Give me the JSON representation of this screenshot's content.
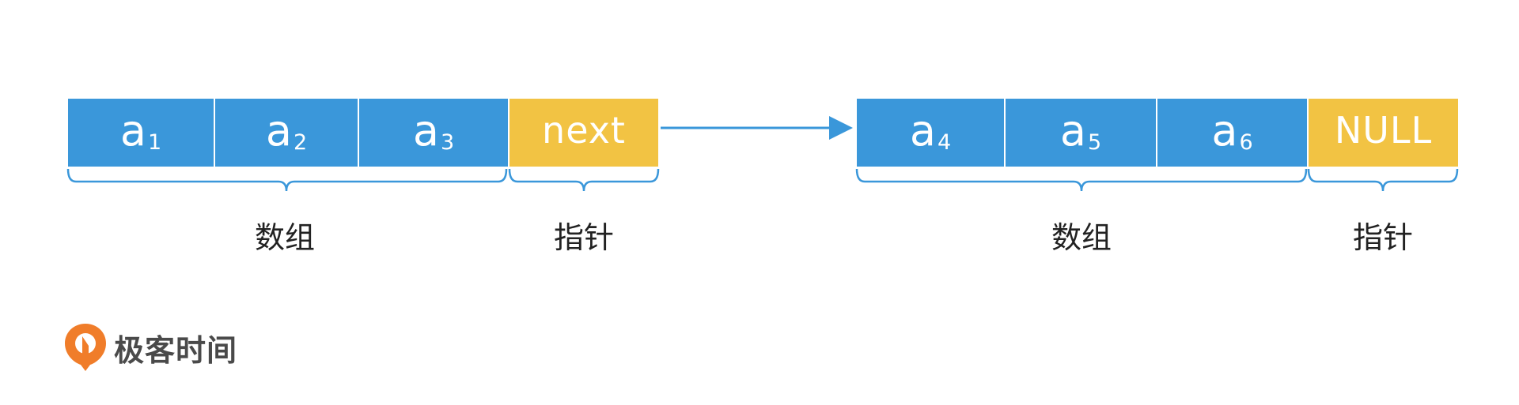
{
  "node1": {
    "elements": [
      {
        "letter": "a",
        "sub": "1"
      },
      {
        "letter": "a",
        "sub": "2"
      },
      {
        "letter": "a",
        "sub": "3"
      }
    ],
    "pointer": "next",
    "array_label": "数组",
    "pointer_label": "指针"
  },
  "node2": {
    "elements": [
      {
        "letter": "a",
        "sub": "4"
      },
      {
        "letter": "a",
        "sub": "5"
      },
      {
        "letter": "a",
        "sub": "6"
      }
    ],
    "pointer": "NULL",
    "array_label": "数组",
    "pointer_label": "指针"
  },
  "logo": {
    "text": "极客时间",
    "icon": "geektime-logo-icon"
  },
  "colors": {
    "element": "#3a97da",
    "pointer": "#f2c343",
    "brace": "#3a97da",
    "arrow": "#3a97da",
    "logo_icon": "#f07d2a"
  }
}
